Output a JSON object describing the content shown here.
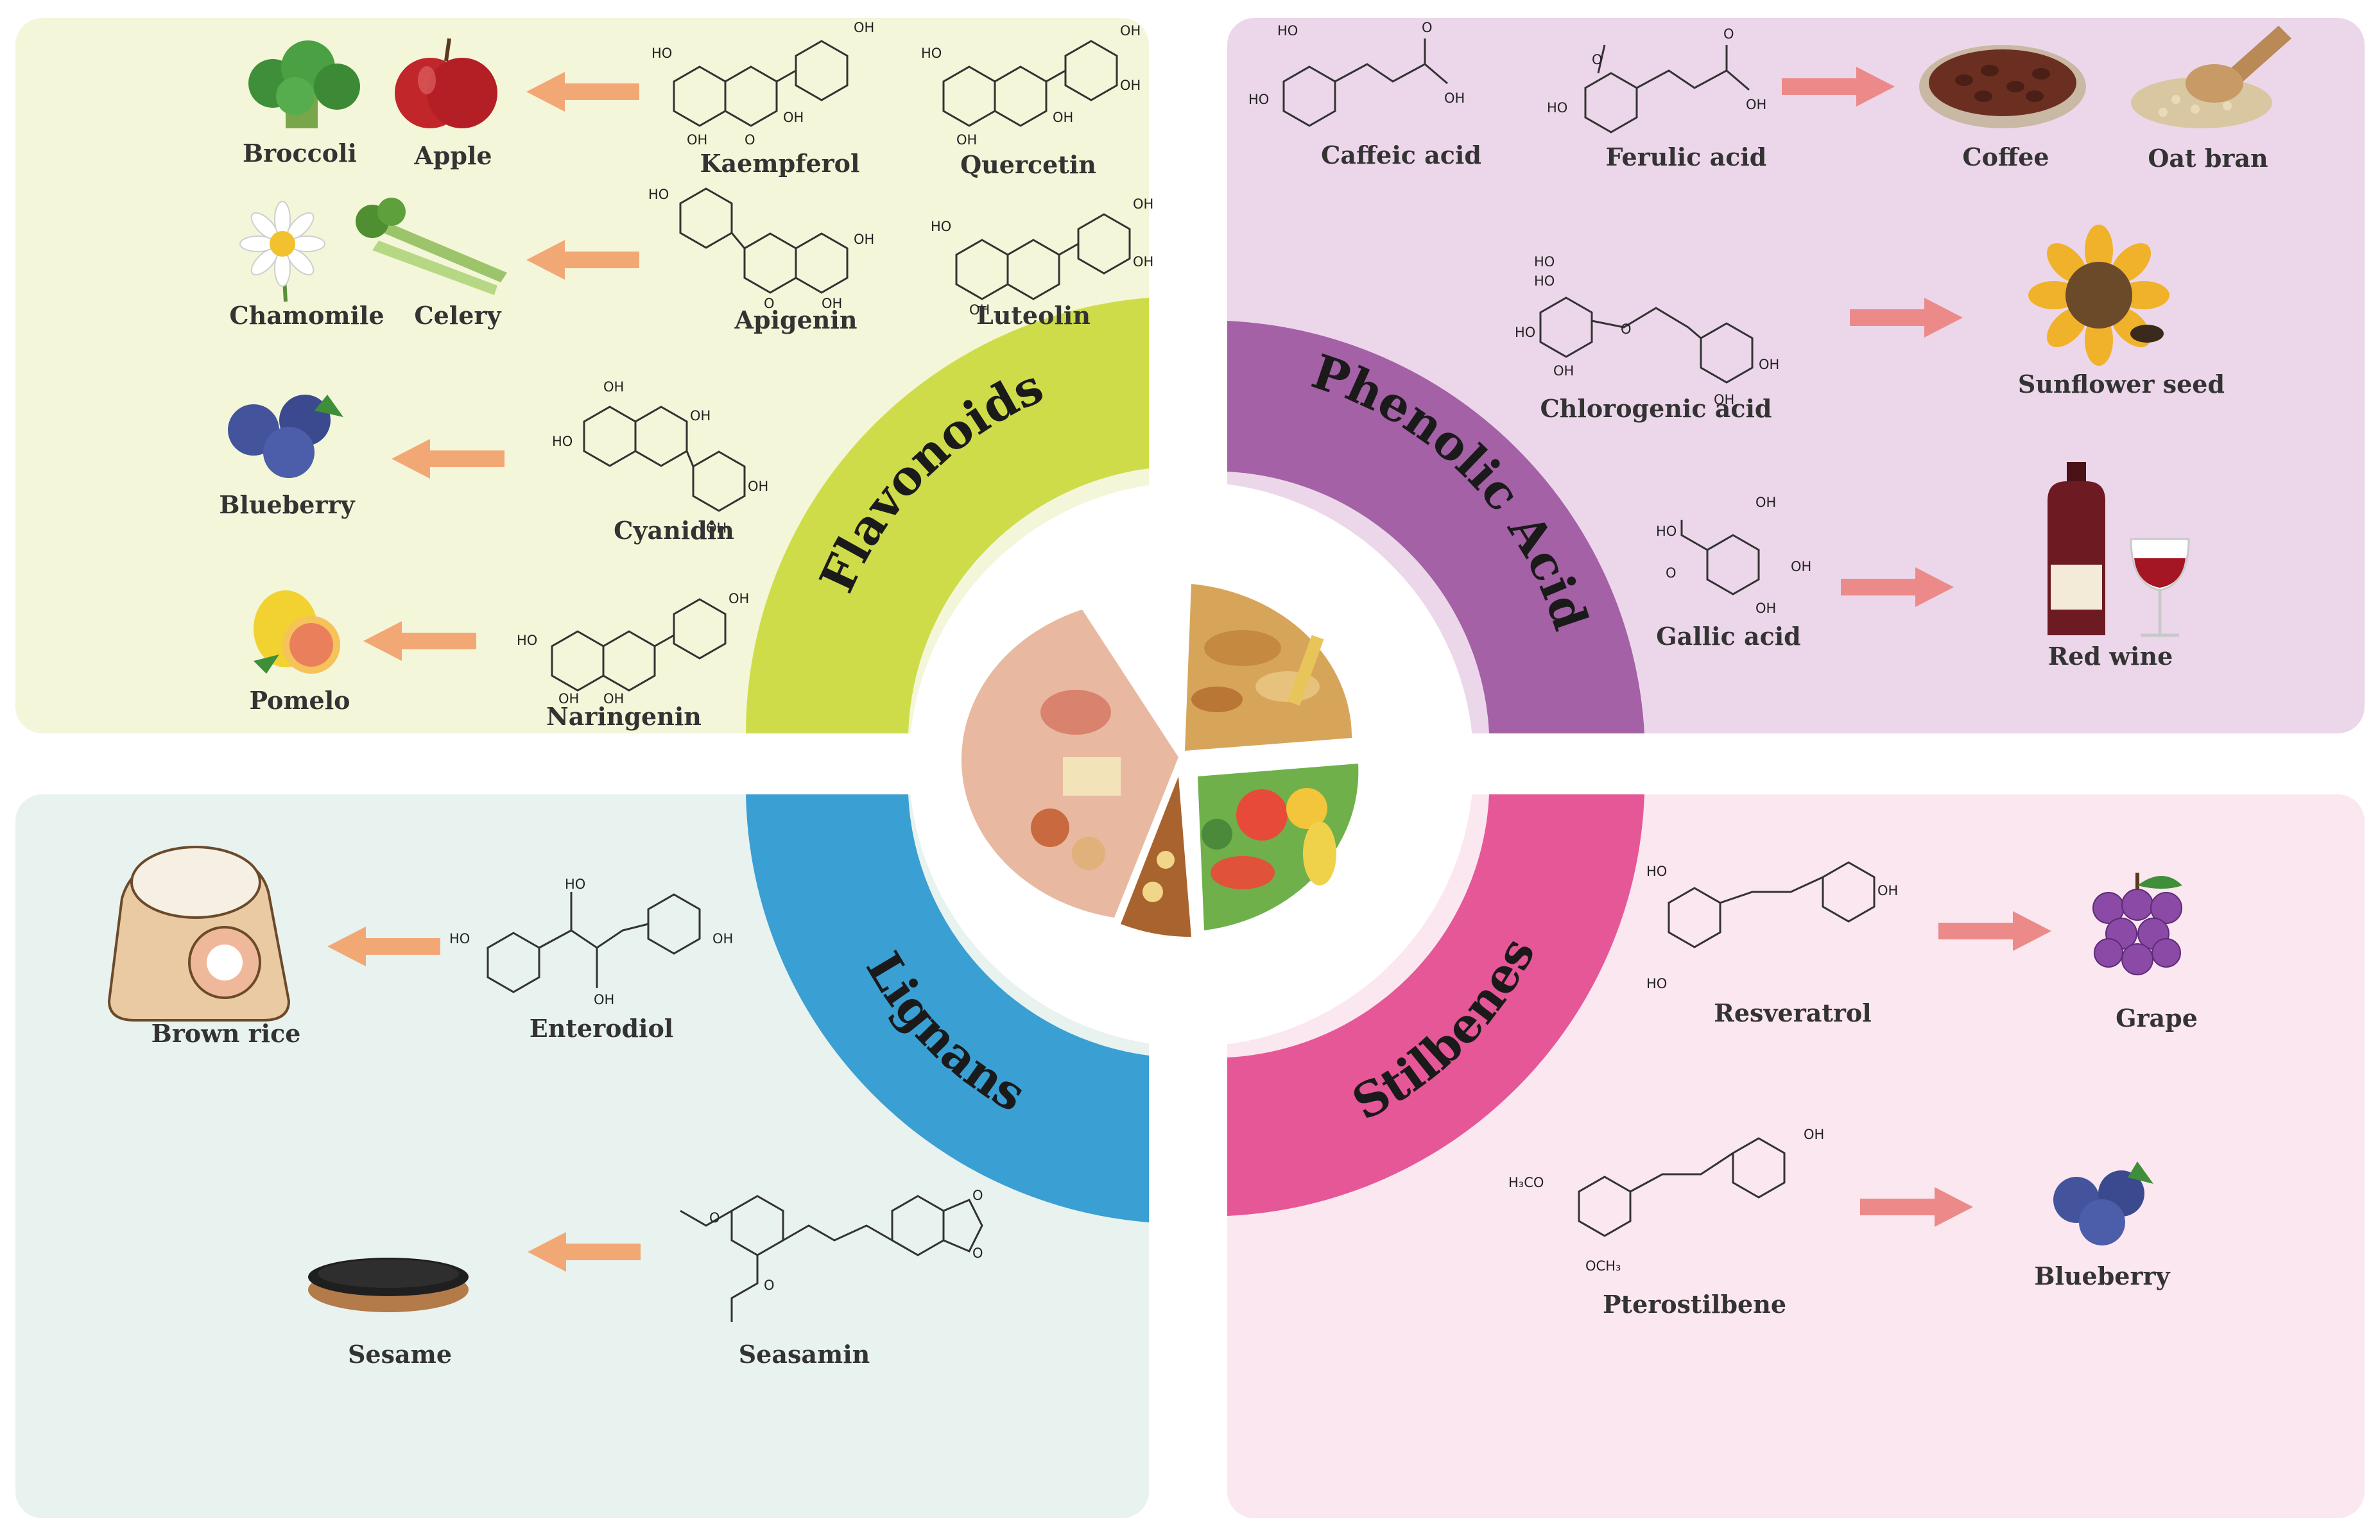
{
  "categories": {
    "flavonoids": "Flavonoids",
    "phenolic_acid": "Phenolic Acid",
    "lignans": "Lignans",
    "stilbenes": "Stilbenes"
  },
  "flavonoids": {
    "foods": {
      "broccoli": "Broccoli",
      "apple": "Apple",
      "chamomile": "Chamomile",
      "celery": "Celery",
      "blueberry": "Blueberry",
      "pomelo": "Pomelo"
    },
    "compounds": {
      "kaempferol": "Kaempferol",
      "quercetin": "Quercetin",
      "apigenin": "Apigenin",
      "luteolin": "Luteolin",
      "cyanidin": "Cyanidin",
      "naringenin": "Naringenin"
    }
  },
  "phenolic_acid": {
    "compounds": {
      "caffeic": "Caffeic acid",
      "ferulic": "Ferulic acid",
      "chlorogenic": "Chlorogenic acid",
      "gallic": "Gallic acid"
    },
    "foods": {
      "coffee": "Coffee",
      "oat_bran": "Oat bran",
      "sunflower": "Sunflower seed",
      "red_wine": "Red wine"
    }
  },
  "lignans": {
    "compounds": {
      "enterodiol": "Enterodiol",
      "seasamin": "Seasamin"
    },
    "foods": {
      "brown_rice": "Brown rice",
      "sesame": "Sesame"
    }
  },
  "stilbenes": {
    "compounds": {
      "resveratrol": "Resveratrol",
      "pterostilbene": "Pterostilbene"
    },
    "foods": {
      "grape": "Grape",
      "blueberry": "Blueberry"
    }
  },
  "atoms": {
    "oh": "OH",
    "ho": "HO",
    "o": "O",
    "ho_dash": "HO—",
    "h3co": "H₃CO",
    "och3": "OCH₃"
  },
  "colors": {
    "flavonoids_panel": "#f4f6d9",
    "phenolic_panel": "#ecd7ea",
    "lignans_panel": "#e8f2ef",
    "stilbenes_panel": "#fbe7ef",
    "flavonoids_ring": "#cfdc4a",
    "phenolic_ring": "#a461a6",
    "lignans_ring": "#3a9fd3",
    "stilbenes_ring": "#e65797",
    "arrow_orange": "#f2a875",
    "arrow_red": "#ec8a8a"
  }
}
